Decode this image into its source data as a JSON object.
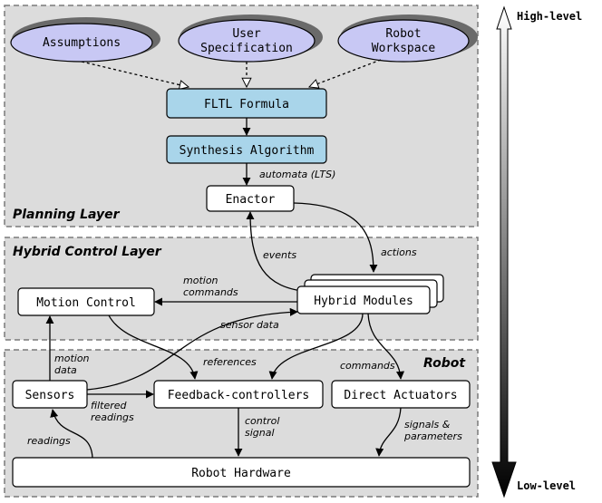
{
  "layers": {
    "planning": "Planning Layer",
    "hybrid": "Hybrid Control Layer",
    "robot": "Robot"
  },
  "inputs": {
    "assumptions": "Assumptions",
    "user_spec_line1": "User",
    "user_spec_line2": "Specification",
    "workspace_line1": "Robot",
    "workspace_line2": "Workspace"
  },
  "boxes": {
    "fltl": "FLTL Formula",
    "synthesis": "Synthesis Algorithm",
    "enactor": "Enactor",
    "motion_control": "Motion Control",
    "hybrid_modules": "Hybrid Modules",
    "sensors": "Sensors",
    "feedback": "Feedback-controllers",
    "actuators": "Direct Actuators",
    "hardware": "Robot Hardware"
  },
  "labels": {
    "automata": "automata (LTS)",
    "events": "events",
    "actions": "actions",
    "motion_commands_1": "motion",
    "motion_commands_2": "commands",
    "sensor_data": "sensor data",
    "motion_data_1": "motion",
    "motion_data_2": "data",
    "references": "references",
    "commands": "commands",
    "filtered_1": "filtered",
    "filtered_2": "readings",
    "control_1": "control",
    "control_2": "signal",
    "signals_1": "signals &",
    "signals_2": "parameters",
    "readings": "readings"
  },
  "scale": {
    "top": "High-level",
    "bottom": "Low-level"
  },
  "colors": {
    "layer_bg": "#dcdcdc",
    "input_fill": "#c8c8f4",
    "planning_box_fill": "#a9d5ea",
    "box_fill": "#ffffff",
    "line": "#000000"
  }
}
